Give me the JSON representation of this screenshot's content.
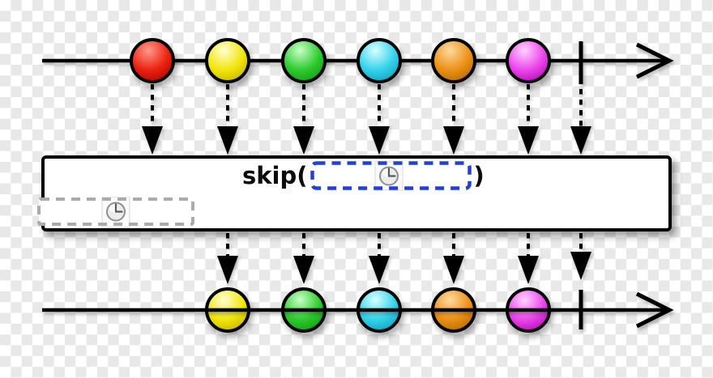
{
  "background": {
    "checker_light": "#ffffff",
    "checker_dark": "#e8e8e8"
  },
  "operator_box": {
    "label_open": "skip(",
    "label_close": ")",
    "param_placeholder": {
      "border_color": "#2240d8",
      "icon": "clock-icon"
    },
    "pending_placeholder": {
      "border_color": "#ababab",
      "icon": "clock-icon"
    }
  },
  "input_stream": {
    "marbles": [
      {
        "name": "red",
        "light": "#ff9a8a",
        "main": "#ee2211",
        "dark": "#970000"
      },
      {
        "name": "yellow",
        "light": "#ffffd2",
        "main": "#f2e60a",
        "dark": "#b7a800"
      },
      {
        "name": "green",
        "light": "#c8ffc8",
        "main": "#2ecc2e",
        "dark": "#0d8f0d"
      },
      {
        "name": "cyan",
        "light": "#d8ffff",
        "main": "#35d3ec",
        "dark": "#0794b4"
      },
      {
        "name": "orange",
        "light": "#ffd9a0",
        "main": "#ec9215",
        "dark": "#a85e00"
      },
      {
        "name": "magenta",
        "light": "#ffd2ff",
        "main": "#ec46ec",
        "dark": "#a400a4"
      }
    ],
    "complete": true
  },
  "output_stream": {
    "marbles": [
      {
        "name": "yellow",
        "light": "#ffffd2",
        "main": "#f2e60a",
        "dark": "#b7a800"
      },
      {
        "name": "green",
        "light": "#c8ffc8",
        "main": "#2ecc2e",
        "dark": "#0d8f0d"
      },
      {
        "name": "cyan",
        "light": "#d8ffff",
        "main": "#35d3ec",
        "dark": "#0794b4"
      },
      {
        "name": "orange",
        "light": "#ffd9a0",
        "main": "#ec9215",
        "dark": "#a85e00"
      },
      {
        "name": "magenta",
        "light": "#ffd2ff",
        "main": "#ec46ec",
        "dark": "#a400a4"
      }
    ],
    "complete": true
  }
}
